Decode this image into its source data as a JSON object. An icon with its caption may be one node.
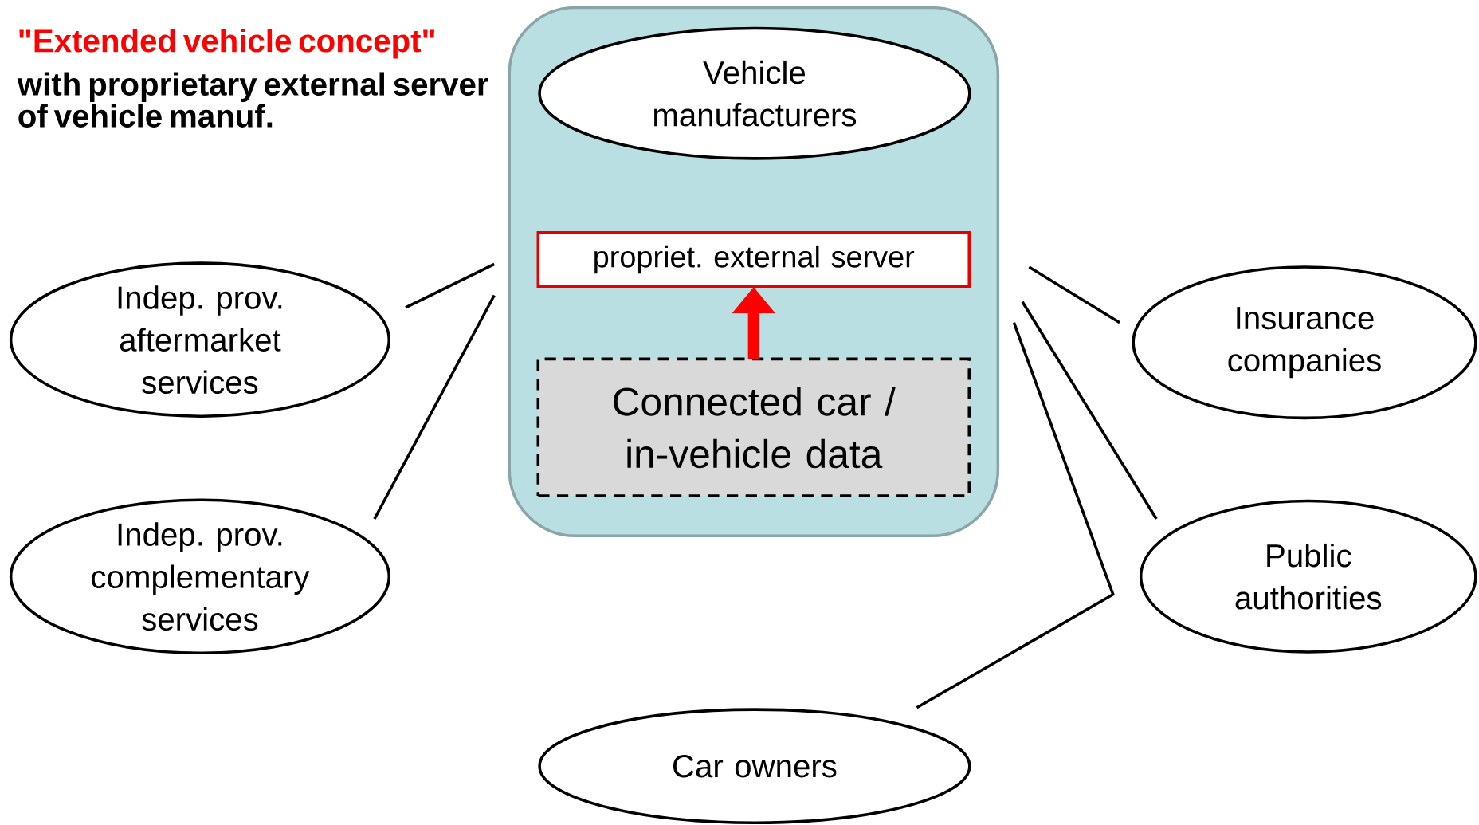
{
  "diagram": {
    "title": "\"Extended vehicle concept\"",
    "nodes": [
      {
        "text": [],
        "shape": "box"
      },
      {
        "text": [
          "Vehicle manufacturers"
        ],
        "in": 0
      },
      {
        "text": [
          "propriet. external server"
        ],
        "in": 0
      },
      {
        "text": [
          "Connected car / in-vehicle data"
        ],
        "in": 0
      },
      {
        "text": [
          "Indep. prov. aftermarket services"
        ]
      },
      {
        "text": [
          "Indep. prov. complementary services"
        ]
      },
      {
        "text": [
          "Insurance companies"
        ]
      },
      {
        "text": [
          "Public authorities"
        ]
      },
      {
        "text": [
          "Car owners"
        ]
      }
    ],
    "edges": [
      {
        "from": 3,
        "to": 2,
        "arrow": "to",
        "style": "thick",
        "color": "#ff0000"
      },
      {
        "from": 4,
        "to": 0,
        "arrow": "none"
      },
      {
        "from": 5,
        "to": 0,
        "arrow": "none"
      },
      {
        "from": 0,
        "to": 6,
        "arrow": "none"
      },
      {
        "from": 0,
        "to": 7,
        "arrow": "none"
      },
      {
        "from": 8,
        "to": 0,
        "arrow": "none"
      }
    ],
    "labels": [
      "with proprietary external server of vehicle manuf."
    ]
  }
}
